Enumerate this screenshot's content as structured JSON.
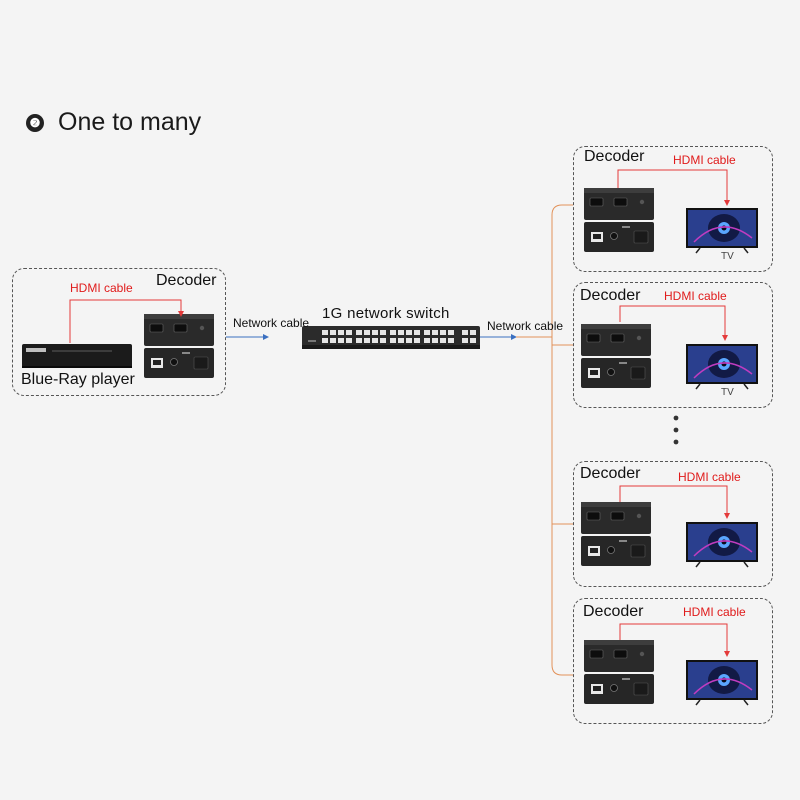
{
  "heading": {
    "number": "❷",
    "title": "One to many"
  },
  "left_group": {
    "hdmi_label": "HDMI cable",
    "decoder_label": "Decoder",
    "source_label": "Blue-Ray player"
  },
  "links": {
    "left_network_label": "Network cable",
    "right_network_label": "Network cable"
  },
  "switch": {
    "label": "1G network switch"
  },
  "receivers": [
    {
      "decoder_label": "Decoder",
      "hdmi_label": "HDMI cable",
      "tv_label": "TV"
    },
    {
      "decoder_label": "Decoder",
      "hdmi_label": "HDMI cable",
      "tv_label": "TV"
    },
    {
      "decoder_label": "Decoder",
      "hdmi_label": "HDMI cable",
      "tv_label": ""
    },
    {
      "decoder_label": "Decoder",
      "hdmi_label": "HDMI cable",
      "tv_label": ""
    }
  ],
  "colors": {
    "hdmi_line": "#e43a3a",
    "network_line": "#3a6fc0",
    "branch_line": "#e2925a",
    "box_border": "#555555"
  },
  "icons": [
    "decoder-device-icon",
    "tv-icon",
    "network-switch-icon",
    "blu-ray-player-icon"
  ]
}
